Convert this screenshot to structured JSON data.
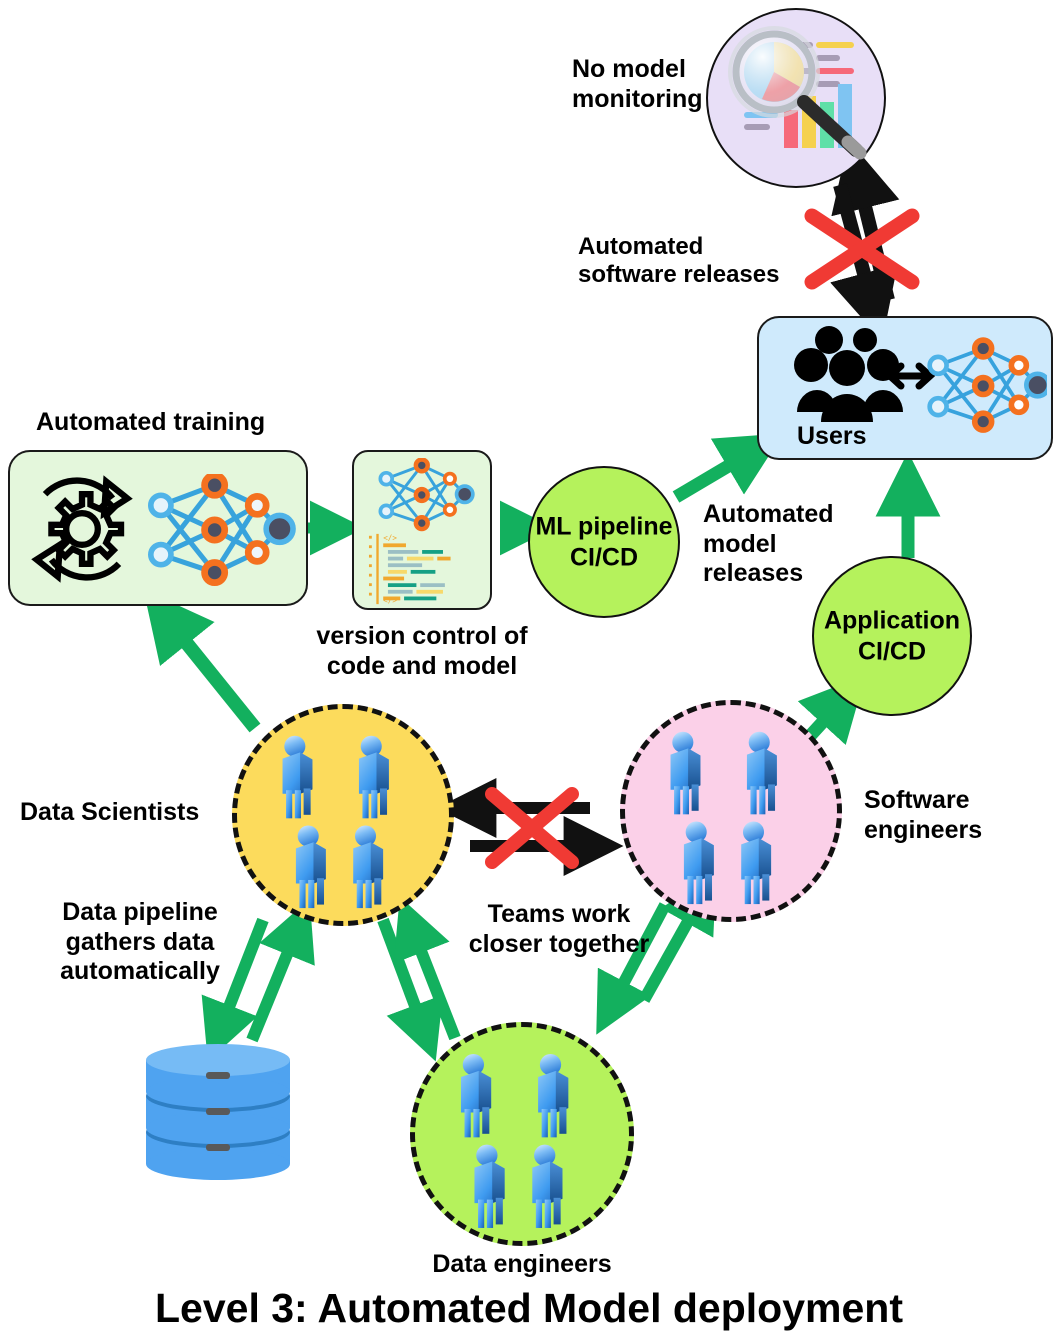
{
  "title": "Level 3: Automated Model deployment",
  "labels": {
    "no_model_monitoring": "No model\nmonitoring",
    "automated_software_releases": "Automated\nsoftware releases",
    "automated_training": "Automated training",
    "version_control": "version control of\ncode and model",
    "automated_model_releases": "Automated\nmodel\nreleases",
    "data_scientists": "Data Scientists",
    "software_engineers": "Software\nengineers",
    "data_pipeline": "Data pipeline\ngathers data\nautomatically",
    "teams_work": "Teams work\ncloser together",
    "data_engineers": "Data engineers"
  },
  "nodes": {
    "ml_pipeline": "ML pipeline\nCI/CD",
    "application_cicd": "Application\nCI/CD",
    "users": "Users"
  },
  "icons": {
    "monitoring": "analytics-magnifier-icon",
    "training": "gear-refresh-icon",
    "neural_network": "neural-network-icon",
    "version_control": "code-lines-icon",
    "users_group": "people-group-icon",
    "database": "database-cylinder-icon",
    "person": "person-icon",
    "blocked": "red-cross-icon",
    "exchange": "double-arrow-icon"
  },
  "colors": {
    "green_arrow": "#13b05e",
    "bright_green": "#b5f25c",
    "pale_green_box": "#e4f7dc",
    "light_blue_box": "#cfeafc",
    "yellow_circle": "#fcdb5c",
    "pink_circle": "#fbd0e8",
    "lavender_circle": "#e8dff7",
    "red_cross": "#f03a34",
    "black": "#111111",
    "db_blue": "#4fa3f0",
    "db_blue_dark": "#2e7fc4"
  },
  "counts": {
    "data_scientists": 4,
    "software_engineers": 4,
    "data_engineers": 4
  }
}
